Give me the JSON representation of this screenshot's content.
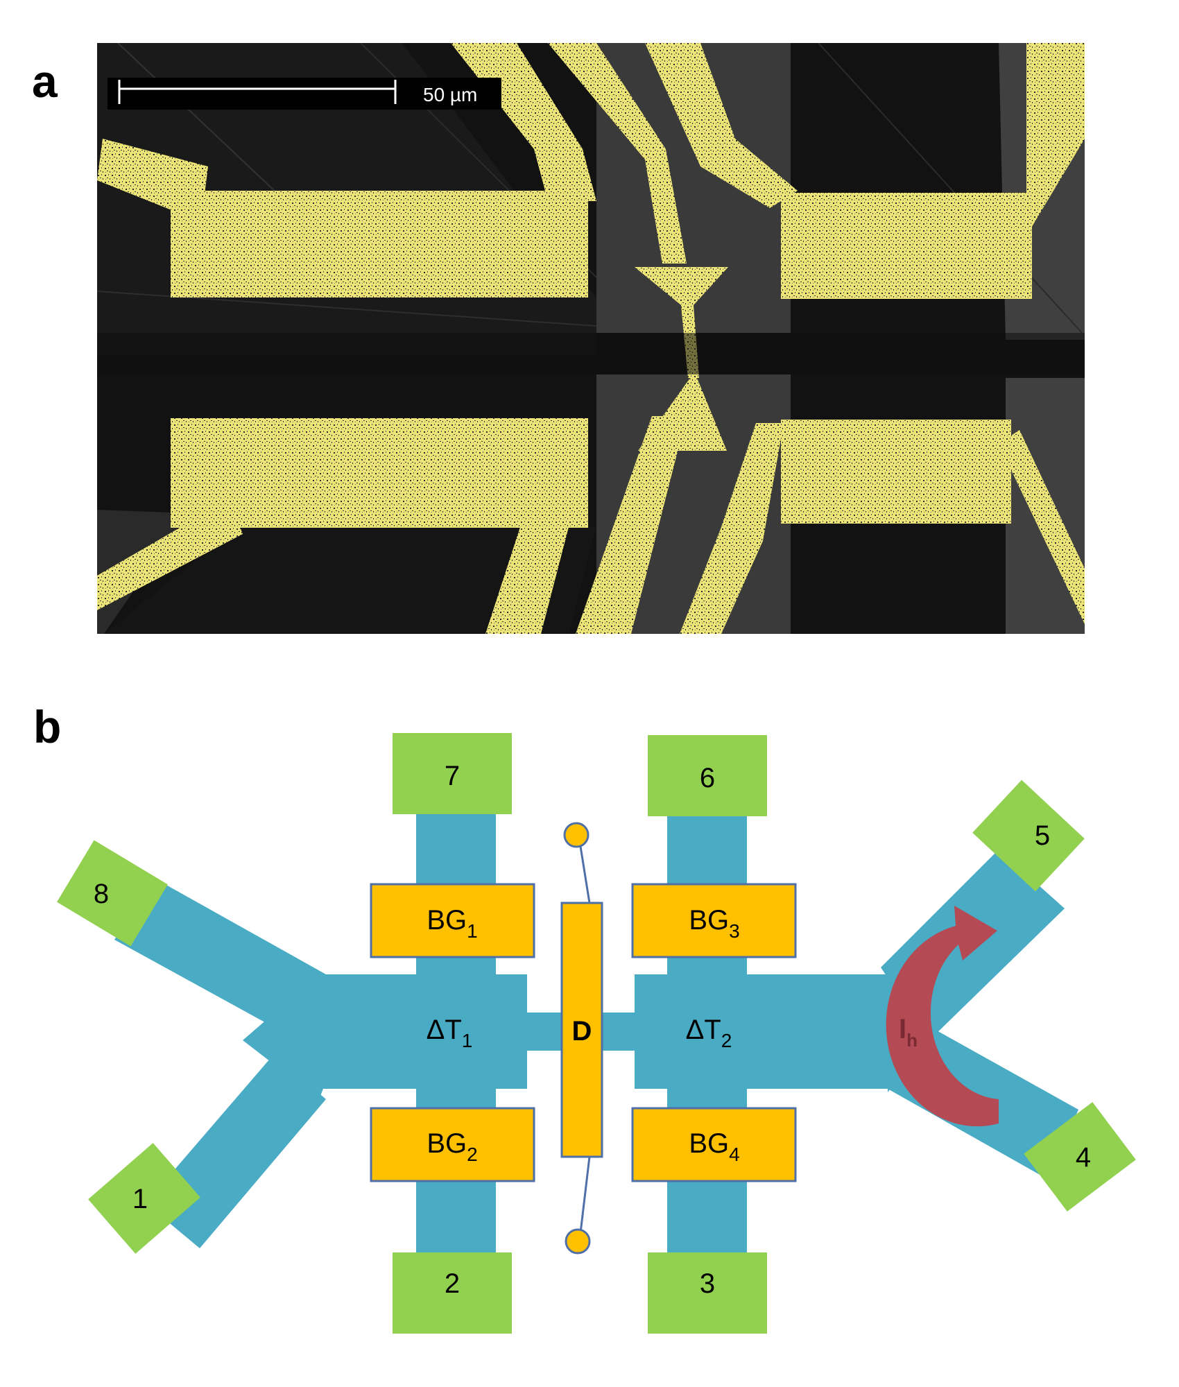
{
  "panel_a": {
    "letter": "a",
    "scale_bar_label": "50 µm"
  },
  "panel_b": {
    "letter": "b",
    "contacts": [
      "1",
      "2",
      "3",
      "4",
      "5",
      "6",
      "7",
      "8"
    ],
    "gates": {
      "bg1_base": "BG",
      "bg1_sub": "1",
      "bg2_base": "BG",
      "bg2_sub": "2",
      "bg3_base": "BG",
      "bg3_sub": "3",
      "bg4_base": "BG",
      "bg4_sub": "4"
    },
    "dt1_base": "ΔT",
    "dt1_sub": "1",
    "dt2_base": "ΔT",
    "dt2_sub": "2",
    "device_label": "D",
    "current_base": "I",
    "current_sub": "h"
  },
  "colors": {
    "channel": "#4aabc5",
    "contact": "#92d050",
    "gate": "#ffc000",
    "gate_border": "#4f6fa8",
    "arrow": "#b44a54",
    "metal": "#e8e07a",
    "sem_dark": "#121212",
    "sem_gray": "#3a3a3a"
  }
}
